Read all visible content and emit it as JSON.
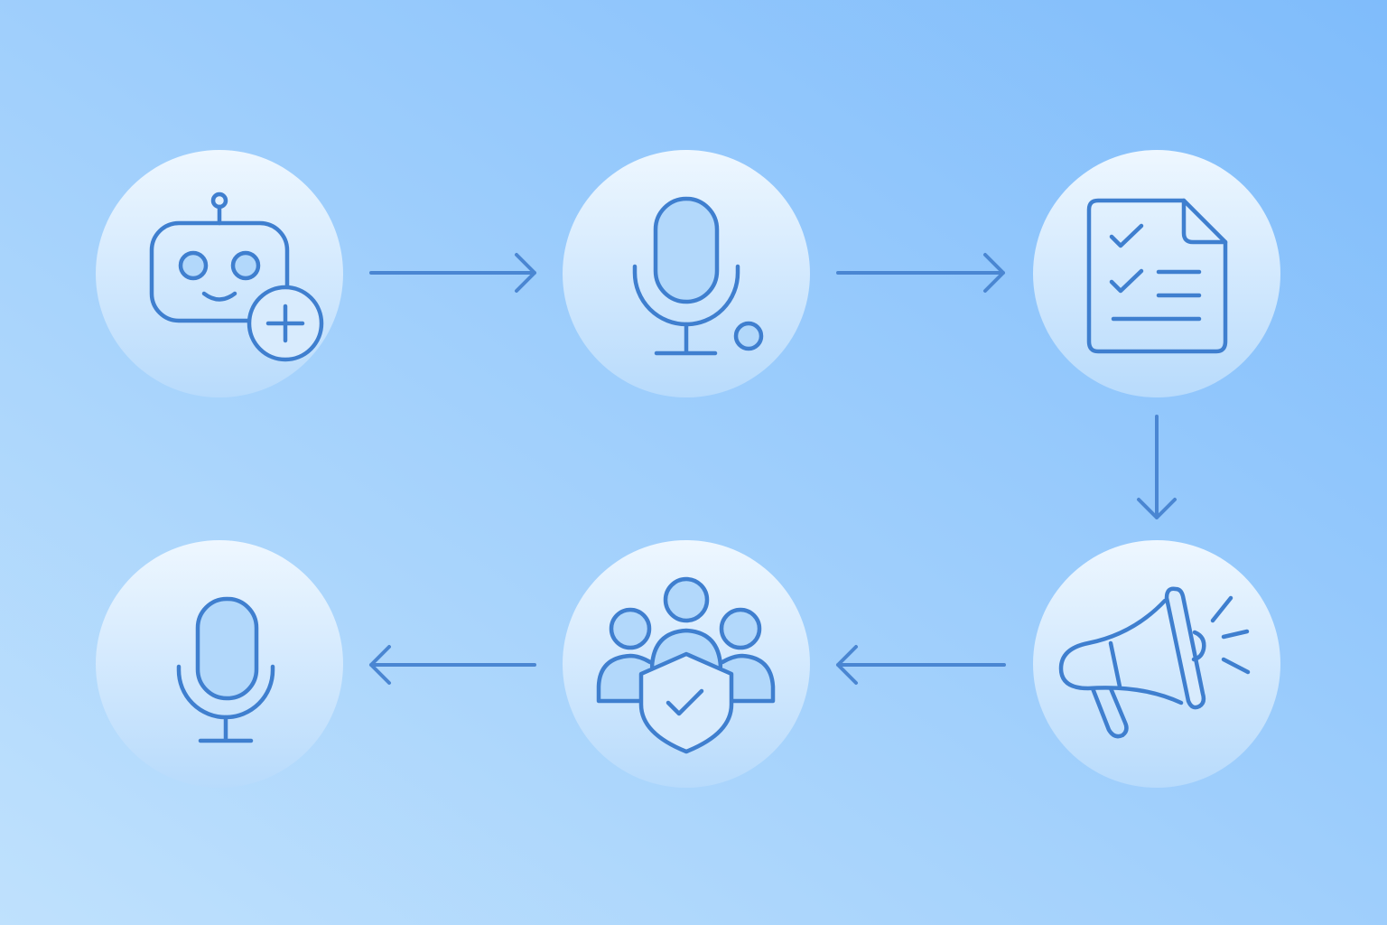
{
  "colors": {
    "background_start": "#bfe1fd",
    "background_end": "#7fbcfb",
    "circle_top": "#eef7ff",
    "circle_bottom": "#b8dbfc",
    "icon_stroke": "#3f7fcf",
    "icon_fill": "#b2d8fb"
  },
  "nodes": [
    {
      "id": "n1",
      "icon": "robot-plus-icon"
    },
    {
      "id": "n2",
      "icon": "microphone-record-icon"
    },
    {
      "id": "n3",
      "icon": "checklist-document-icon"
    },
    {
      "id": "n4",
      "icon": "megaphone-icon"
    },
    {
      "id": "n5",
      "icon": "users-shield-check-icon"
    },
    {
      "id": "n6",
      "icon": "microphone-icon"
    }
  ],
  "edges": [
    {
      "from": "n1",
      "to": "n2"
    },
    {
      "from": "n2",
      "to": "n3"
    },
    {
      "from": "n3",
      "to": "n4"
    },
    {
      "from": "n4",
      "to": "n5"
    },
    {
      "from": "n5",
      "to": "n6"
    }
  ]
}
